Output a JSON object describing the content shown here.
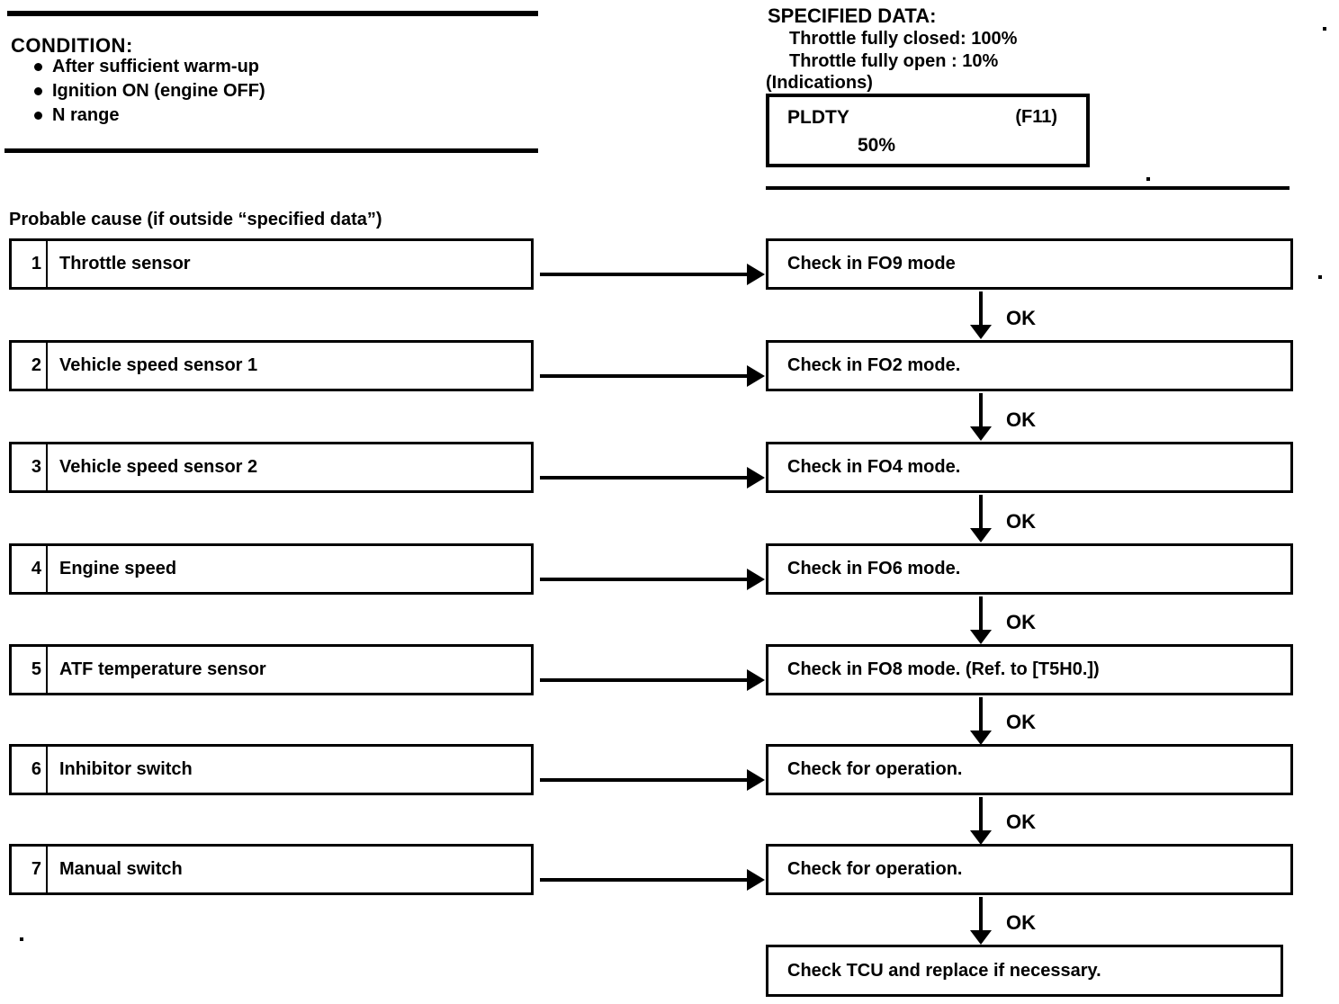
{
  "condition": {
    "title": "CONDITION:",
    "bullets": [
      "After sufficient warm-up",
      "Ignition ON (engine OFF)",
      "N range"
    ]
  },
  "specified_data": {
    "title": "SPECIFIED DATA:",
    "lines": [
      "Throttle fully closed: 100%",
      "Throttle fully open : 10%"
    ],
    "indications_label": "(Indications)",
    "display": {
      "param": "PLDTY",
      "value": "50%",
      "code": "(F11)"
    }
  },
  "probable_cause": {
    "heading": "Probable cause (if outside “specified data”)",
    "items": [
      {
        "num": "1",
        "label": "Throttle sensor"
      },
      {
        "num": "2",
        "label": "Vehicle speed sensor 1"
      },
      {
        "num": "3",
        "label": "Vehicle speed sensor 2"
      },
      {
        "num": "4",
        "label": "Engine speed"
      },
      {
        "num": "5",
        "label": "ATF temperature sensor"
      },
      {
        "num": "6",
        "label": "Inhibitor switch"
      },
      {
        "num": "7",
        "label": "Manual switch"
      }
    ]
  },
  "flow": {
    "ok_label": "OK",
    "steps": [
      "Check in FO9 mode",
      "Check in FO2 mode.",
      "Check in FO4 mode.",
      "Check in FO6 mode.",
      "Check in FO8 mode. (Ref. to [T5H0.])",
      "Check for operation.",
      "Check for operation.",
      "Check TCU and replace if necessary."
    ]
  },
  "colors": {
    "ink": "#000000",
    "paper": "#ffffff"
  }
}
